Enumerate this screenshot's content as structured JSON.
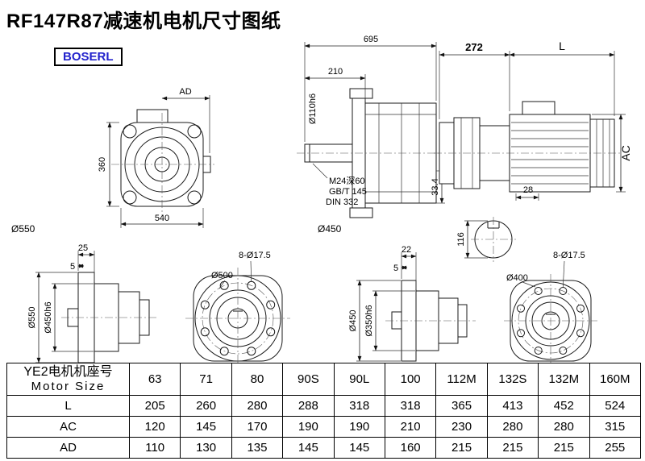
{
  "page": {
    "title": "RF147R87减速机电机尺寸图纸",
    "logo": "BOSERL"
  },
  "views": {
    "front": {
      "ad": "AD",
      "h360": "360",
      "w540": "540",
      "d550": "Ø550"
    },
    "side": {
      "w695": "695",
      "w210": "210",
      "shaft": "Ø110h6",
      "m24": "M24深60",
      "gbt": "GB/T 145",
      "din": "DIN 332",
      "k334": "33.4",
      "d450": "Ø450"
    },
    "motor": {
      "w272": "272",
      "len": "L",
      "ac": "AC",
      "w28": "28",
      "h116": "116"
    },
    "oside1": {
      "t25": "25",
      "t5": "5",
      "d550": "Ø550",
      "d450h6": "Ø450h6"
    },
    "ofront1": {
      "holes": "8-Ø17.5",
      "d500": "Ø500"
    },
    "oside2": {
      "t22": "22",
      "t5": "5",
      "d450": "Ø450",
      "d350h6": "Ø350h6"
    },
    "ofront2": {
      "holes": "8-Ø17.5",
      "d400": "Ø400"
    }
  },
  "table": {
    "header_cn": "YE2电机机座号",
    "header_en": "Motor Size",
    "sizes": [
      "63",
      "71",
      "80",
      "90S",
      "90L",
      "100",
      "112M",
      "132S",
      "132M",
      "160M"
    ],
    "rows": [
      {
        "label": "L",
        "values": [
          "205",
          "260",
          "280",
          "288",
          "318",
          "318",
          "365",
          "413",
          "452",
          "524"
        ]
      },
      {
        "label": "AC",
        "values": [
          "120",
          "145",
          "170",
          "190",
          "190",
          "210",
          "230",
          "280",
          "280",
          "315"
        ]
      },
      {
        "label": "AD",
        "values": [
          "110",
          "130",
          "135",
          "145",
          "145",
          "160",
          "215",
          "215",
          "215",
          "255"
        ]
      }
    ]
  }
}
